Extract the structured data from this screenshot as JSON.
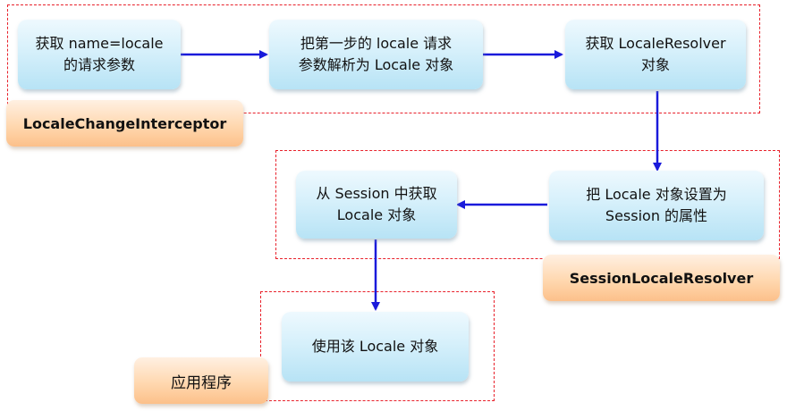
{
  "colors": {
    "arrow": "#1a1adb",
    "group_border": "#e8202a",
    "box_fill": "#c9ebf8",
    "tag_fill": "#fdd0a4"
  },
  "boxes": {
    "get_param": {
      "line1": "获取 name=locale",
      "line2": "的请求参数"
    },
    "parse_locale": {
      "line1": "把第一步的 locale 请求",
      "line2": "参数解析为 Locale 对象"
    },
    "get_resolver": {
      "line1": "获取 LocaleResolver",
      "line2": "对象"
    },
    "set_session": {
      "line1": "把 Locale 对象设置为",
      "line2": "Session 的属性"
    },
    "get_from_session": {
      "line1": "从 Session 中获取",
      "line2": "Locale 对象"
    },
    "use_locale": {
      "line1": "使用该 Locale 对象"
    }
  },
  "groups": {
    "interceptor": "LocaleChangeInterceptor",
    "session_resolver": "SessionLocaleResolver",
    "application": "应用程序"
  }
}
